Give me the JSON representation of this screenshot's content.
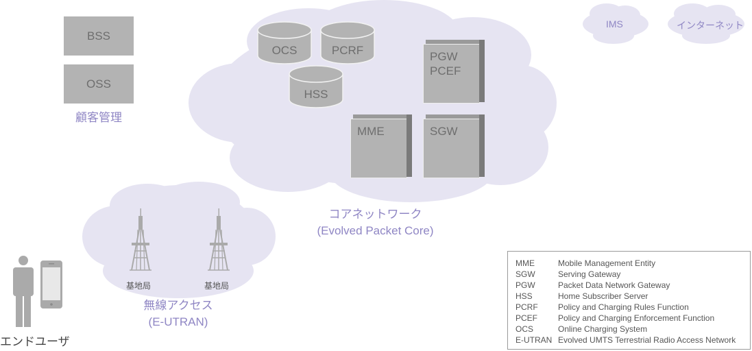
{
  "colors": {
    "cloud": "#e6e4f2",
    "accent_text": "#8f86c4",
    "equipment": "#b3b3b3",
    "equipment_text": "#6e6e6e"
  },
  "customer_mgmt": {
    "boxes": [
      "BSS",
      "OSS"
    ],
    "caption": "顧客管理"
  },
  "core_network": {
    "databases": [
      "OCS",
      "PCRF",
      "HSS"
    ],
    "servers": [
      {
        "label": "PGW\nPCEF"
      },
      {
        "label": "MME"
      },
      {
        "label": "SGW"
      }
    ],
    "caption_line1": "コアネットワーク",
    "caption_line2": "(Evolved Packet Core)"
  },
  "external_networks": [
    "IMS",
    "インターネット"
  ],
  "radio_access": {
    "base_station_label": "基地局",
    "caption_line1": "無線アクセス",
    "caption_line2": "(E-UTRAN)"
  },
  "end_user": {
    "caption": "エンドユーザ"
  },
  "legend": [
    {
      "abbr": "MME",
      "full": "Mobile Management Entity"
    },
    {
      "abbr": "SGW",
      "full": "Serving Gateway"
    },
    {
      "abbr": "PGW",
      "full": "Packet Data Network Gateway"
    },
    {
      "abbr": "HSS",
      "full": "Home Subscriber Server"
    },
    {
      "abbr": "PCRF",
      "full": "Policy and Charging Rules Function"
    },
    {
      "abbr": "PCEF",
      "full": "Policy and Charging Enforcement Function"
    },
    {
      "abbr": "OCS",
      "full": "Online Charging System"
    },
    {
      "abbr": "E-UTRAN",
      "full": "Evolved UMTS Terrestrial Radio Access Network"
    }
  ]
}
